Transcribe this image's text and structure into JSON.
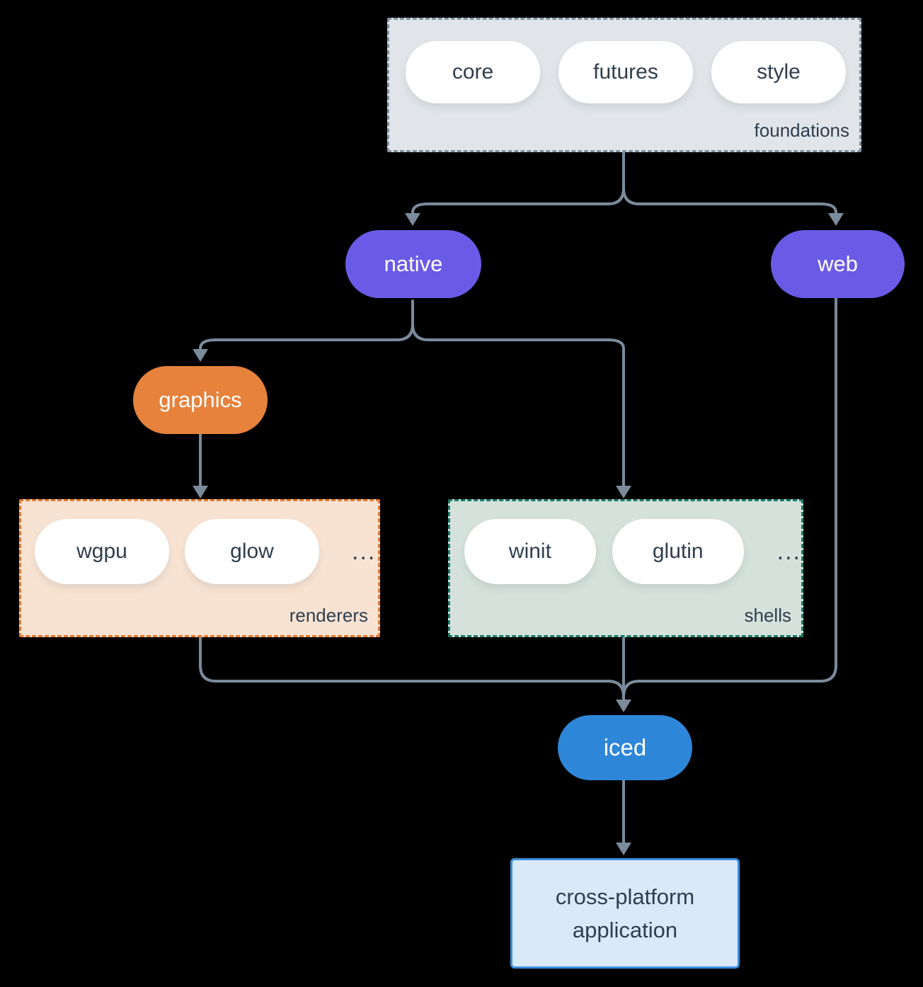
{
  "canvas": {
    "background": "#000000",
    "connector_color": "#7b8b9c"
  },
  "foundations": {
    "label": "foundations",
    "pills": [
      "core",
      "futures",
      "style"
    ],
    "fill": "#e1e5e9",
    "border": "#8093a4",
    "text_color": "#2f3e4e"
  },
  "native": {
    "label": "native",
    "fill": "#6a5be6",
    "text_color": "#ffffff"
  },
  "web": {
    "label": "web",
    "fill": "#6a5be6",
    "text_color": "#ffffff"
  },
  "graphics": {
    "label": "graphics",
    "fill": "#e6823c",
    "text_color": "#ffffff"
  },
  "renderers": {
    "label": "renderers",
    "pills": [
      "wgpu",
      "glow"
    ],
    "ellipsis": "...",
    "fill": "#f8e3d3",
    "border": "#e6792e",
    "text_color": "#2f3e4e"
  },
  "shells": {
    "label": "shells",
    "pills": [
      "winit",
      "glutin"
    ],
    "ellipsis": "...",
    "fill": "#d5e2dc",
    "border": "#1e7a66",
    "text_color": "#2f3e4e"
  },
  "iced": {
    "label": "iced",
    "fill": "#2e86d8",
    "text_color": "#ffffff"
  },
  "application": {
    "line1": "cross-platform",
    "line2": "application",
    "fill": "#d9e9f8",
    "border": "#3b8ede",
    "text_color": "#2f3e4e"
  }
}
